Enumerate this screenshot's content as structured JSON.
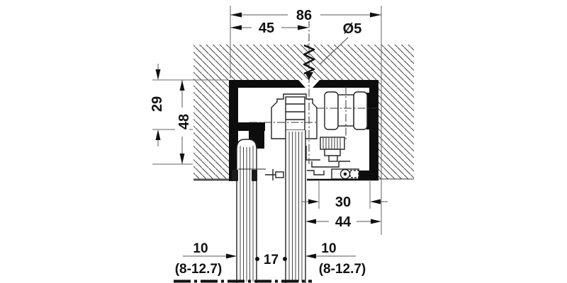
{
  "drawing": {
    "type": "sliding-door-top-track-cross-section",
    "colors": {
      "profile": "#0d0d0d",
      "dimension_lines": "#555555",
      "hatch": "#4a4a4a",
      "text": "#111111"
    },
    "dims": {
      "overall_width": "86",
      "fixing_offset": "45",
      "screw_diameter": "Ø5",
      "front_reveal_height": "29",
      "track_height": "48",
      "bottom_clearance": "30",
      "bottom_width": "44",
      "left_panel_thickness": "10",
      "left_panel_range": "(8-12.7)",
      "panel_gap": "17",
      "right_panel_thickness": "10",
      "right_panel_range": "(8-12.7)"
    }
  }
}
